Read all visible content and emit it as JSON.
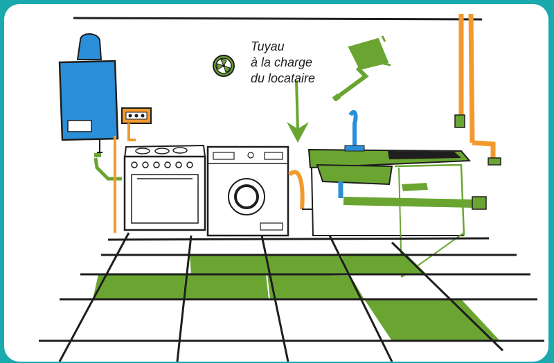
{
  "caption": {
    "line1": "Tuyau",
    "line2": "à la charge",
    "line3": "du locataire"
  },
  "colors": {
    "frame": "#1aa9ad",
    "accent_green": "#6aa532",
    "water_heater_blue": "#2a8fd8",
    "pipe_orange": "#f29a2e",
    "outline": "#1e1e1e",
    "floor_white": "#ffffff"
  },
  "icons": {
    "ventilation": "fan-icon",
    "paint_roller": "paint-roller-icon",
    "arrow": "arrow-down-icon"
  }
}
